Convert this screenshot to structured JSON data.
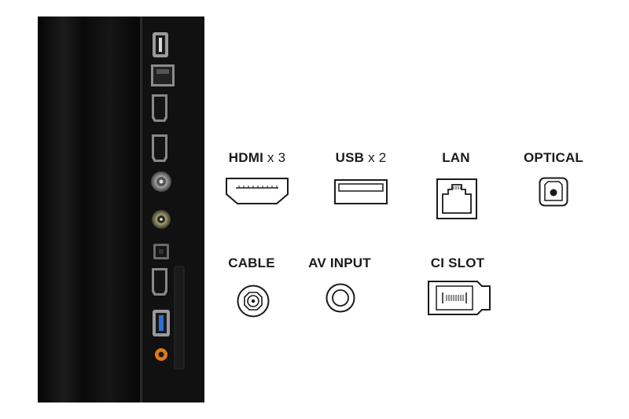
{
  "tv_panel": {
    "ports": [
      {
        "name": "usb"
      },
      {
        "name": "lan"
      },
      {
        "name": "hdmi"
      },
      {
        "name": "hdmi"
      },
      {
        "name": "cable"
      },
      {
        "name": "satellite"
      },
      {
        "name": "optical"
      },
      {
        "name": "hdmi"
      },
      {
        "name": "usb-3"
      },
      {
        "name": "av-input"
      }
    ],
    "colors": {
      "body": "#0d0d0d",
      "usb3_accent": "#2b6fd6",
      "av_accent": "#e07a12"
    }
  },
  "connectors": [
    {
      "id": "hdmi",
      "label": "HDMI",
      "count": "x 3",
      "icon": "hdmi-icon"
    },
    {
      "id": "usb",
      "label": "USB",
      "count": "x 2",
      "icon": "usb-icon"
    },
    {
      "id": "lan",
      "label": "LAN",
      "count": "",
      "icon": "lan-icon"
    },
    {
      "id": "optical",
      "label": "OPTICAL",
      "count": "",
      "icon": "optical-icon"
    },
    {
      "id": "cable",
      "label": "CABLE",
      "count": "",
      "icon": "cable-icon"
    },
    {
      "id": "av",
      "label": "AV INPUT",
      "count": "",
      "icon": "av-input-icon"
    },
    {
      "id": "ci",
      "label": "CI SLOT",
      "count": "",
      "icon": "ci-slot-icon"
    }
  ]
}
